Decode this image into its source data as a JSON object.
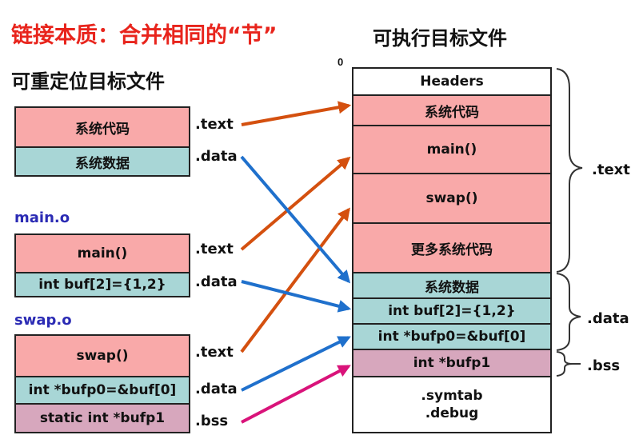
{
  "title": "链接本质：合并相同的“节”",
  "left_heading": "可重定位目标文件",
  "right_heading": "可执行目标文件",
  "origin_label": "0",
  "system_module": {
    "blocks": [
      "系统代码",
      "系统数据"
    ],
    "sections": [
      ".text",
      ".data"
    ]
  },
  "main_module": {
    "name": "main.o",
    "blocks": [
      "main()",
      "int  buf[2]={1,2}"
    ],
    "sections": [
      ".text",
      ".data"
    ]
  },
  "swap_module": {
    "name": "swap.o",
    "blocks": [
      "swap()",
      "int *bufp0=&buf[0]",
      "static int *bufp1"
    ],
    "sections": [
      ".text",
      ".data",
      ".bss"
    ]
  },
  "executable": {
    "segments": [
      "Headers",
      "系统代码",
      "main()",
      "swap()",
      "更多系统代码",
      "系统数据",
      "int buf[2]={1,2}",
      "int  *bufp0=&buf[0]",
      "int *bufp1",
      ".symtab",
      ".debug"
    ],
    "section_labels": [
      ".text",
      ".data",
      ".bss"
    ]
  },
  "colors": {
    "text_arrow": "#d4500f",
    "data_arrow": "#1f70cc",
    "bss_arrow": "#d9137a",
    "title": "#e8241c",
    "module_label": "#2b2bb4"
  }
}
